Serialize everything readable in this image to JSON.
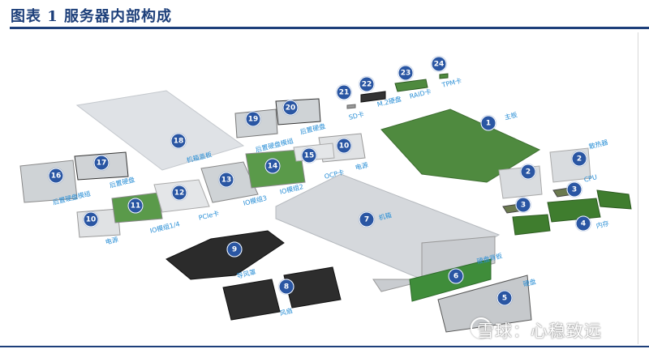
{
  "figure": {
    "title": "图表 1 服务器内部构成",
    "watermark": "雪球：心稳致远",
    "accent_color": "#1d3f7a",
    "badge_color": "#2a56a3",
    "label_color": "#2a8fd6"
  },
  "parts": [
    {
      "num": "1",
      "label": "主板"
    },
    {
      "num": "2",
      "label": "散热器"
    },
    {
      "num": "3",
      "label": "CPU"
    },
    {
      "num": "4",
      "label": "内存"
    },
    {
      "num": "5",
      "label": "硬盘"
    },
    {
      "num": "6",
      "label": "硬盘背板"
    },
    {
      "num": "7",
      "label": "机箱"
    },
    {
      "num": "8",
      "label": "风扇"
    },
    {
      "num": "9",
      "label": "导风罩"
    },
    {
      "num": "10",
      "label": "电源"
    },
    {
      "num": "11",
      "label": "IO模组1/4"
    },
    {
      "num": "12",
      "label": "PCIe卡"
    },
    {
      "num": "13",
      "label": "IO模组3"
    },
    {
      "num": "14",
      "label": "IO模组2"
    },
    {
      "num": "15",
      "label": "OCP卡"
    },
    {
      "num": "16",
      "label": "后置硬盘模组"
    },
    {
      "num": "17",
      "label": "后置硬盘"
    },
    {
      "num": "18",
      "label": "机箱盖板"
    },
    {
      "num": "19",
      "label": "后置硬盘模组"
    },
    {
      "num": "20",
      "label": "后置硬盘"
    },
    {
      "num": "21",
      "label": "SD卡"
    },
    {
      "num": "22",
      "label": "M.2硬盘"
    },
    {
      "num": "23",
      "label": "RAID卡"
    },
    {
      "num": "24",
      "label": "TPM卡"
    }
  ]
}
